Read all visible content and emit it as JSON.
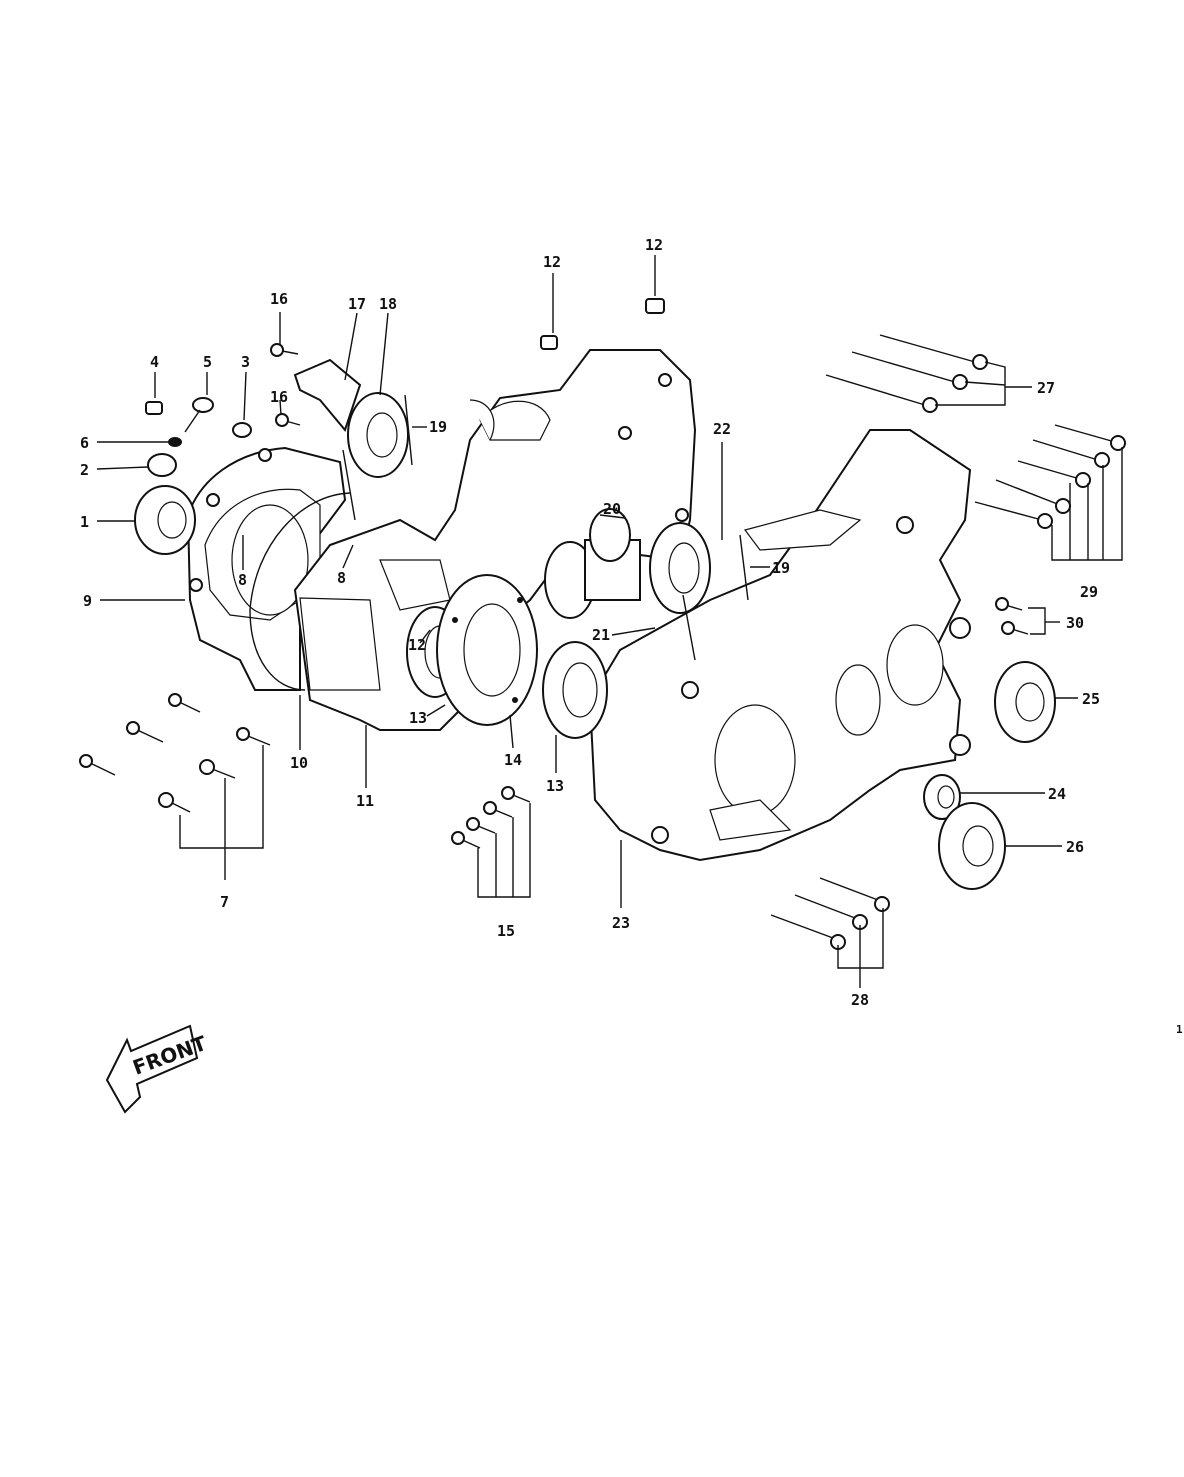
{
  "labels": {
    "l1": "1",
    "l2": "2",
    "l3": "3",
    "l4": "4",
    "l5": "5",
    "l6": "6",
    "l7": "7",
    "l8a": "8",
    "l8b": "8",
    "l9": "9",
    "l10": "10",
    "l11": "11",
    "l12a": "12",
    "l12b": "12",
    "l12c": "12",
    "l13a": "13",
    "l13b": "13",
    "l14": "14",
    "l15": "15",
    "l16a": "16",
    "l16b": "16",
    "l17": "17",
    "l18": "18",
    "l19a": "19",
    "l19b": "19",
    "l20": "20",
    "l21": "21",
    "l22": "22",
    "l23": "23",
    "l24": "24",
    "l25": "25",
    "l26": "26",
    "l27": "27",
    "l28": "28",
    "l29": "29",
    "l30": "30"
  },
  "front_label": "FRONT",
  "page_mark": "1"
}
